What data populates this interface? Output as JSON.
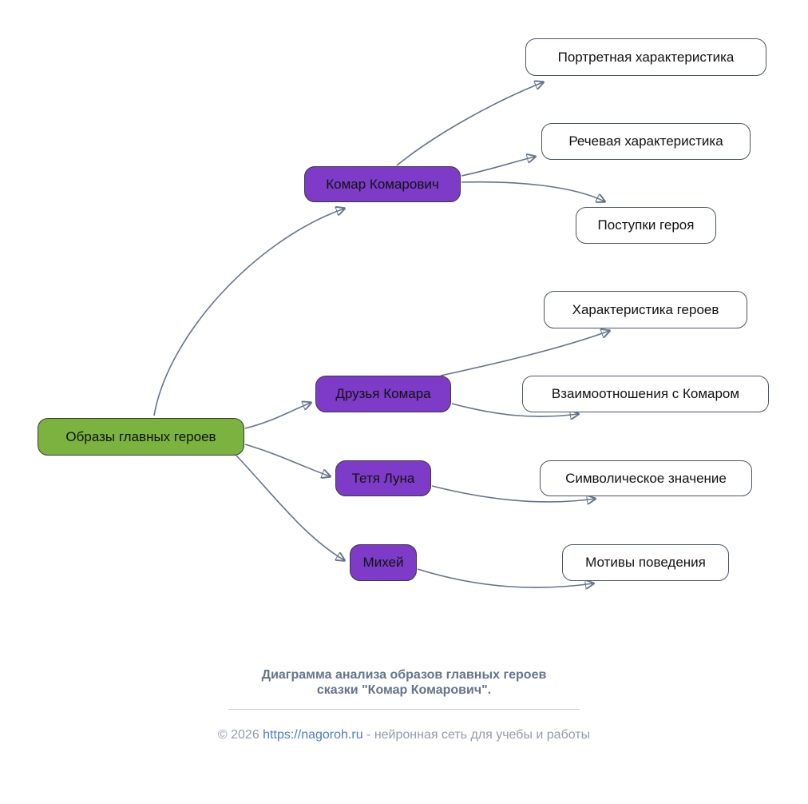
{
  "nodes": {
    "root": {
      "label": "Образы главных героев"
    },
    "komar": {
      "label": "Комар Комарович"
    },
    "druzya": {
      "label": "Друзья Комара"
    },
    "tetya": {
      "label": "Тетя Луна"
    },
    "mikhey": {
      "label": "Михей"
    },
    "portret": {
      "label": "Портретная характеристика"
    },
    "rech": {
      "label": "Речевая характеристика"
    },
    "postupki": {
      "label": "Поступки героя"
    },
    "kharakteristika": {
      "label": "Характеристика героев"
    },
    "vzaimo": {
      "label": "Взаимоотношения с Комаром"
    },
    "simvol": {
      "label": "Символическое значение"
    },
    "motivy": {
      "label": "Мотивы поведения"
    }
  },
  "edges": [
    {
      "from": "root",
      "to": "komar"
    },
    {
      "from": "root",
      "to": "druzya"
    },
    {
      "from": "root",
      "to": "tetya"
    },
    {
      "from": "root",
      "to": "mikhey"
    },
    {
      "from": "komar",
      "to": "portret"
    },
    {
      "from": "komar",
      "to": "rech"
    },
    {
      "from": "komar",
      "to": "postupki"
    },
    {
      "from": "druzya",
      "to": "kharakteristika"
    },
    {
      "from": "druzya",
      "to": "vzaimo"
    },
    {
      "from": "tetya",
      "to": "simvol"
    },
    {
      "from": "mikhey",
      "to": "motivy"
    }
  ],
  "caption": {
    "line1": "Диаграмма анализа образов главных героев",
    "line2": "сказки \"Комар Комарович\"."
  },
  "footer": {
    "prefix": "© 2026 ",
    "link": "https://nagoroh.ru",
    "suffix": " - нейронная сеть для учебы и работы"
  },
  "colors": {
    "root_fill": "#7cb23f",
    "branch_fill": "#7d3bc8",
    "leaf_fill": "#ffffff",
    "edge": "#64748b",
    "caption_text": "#64748b",
    "footer_text": "#939cab",
    "footer_link": "#4c7dc0"
  }
}
